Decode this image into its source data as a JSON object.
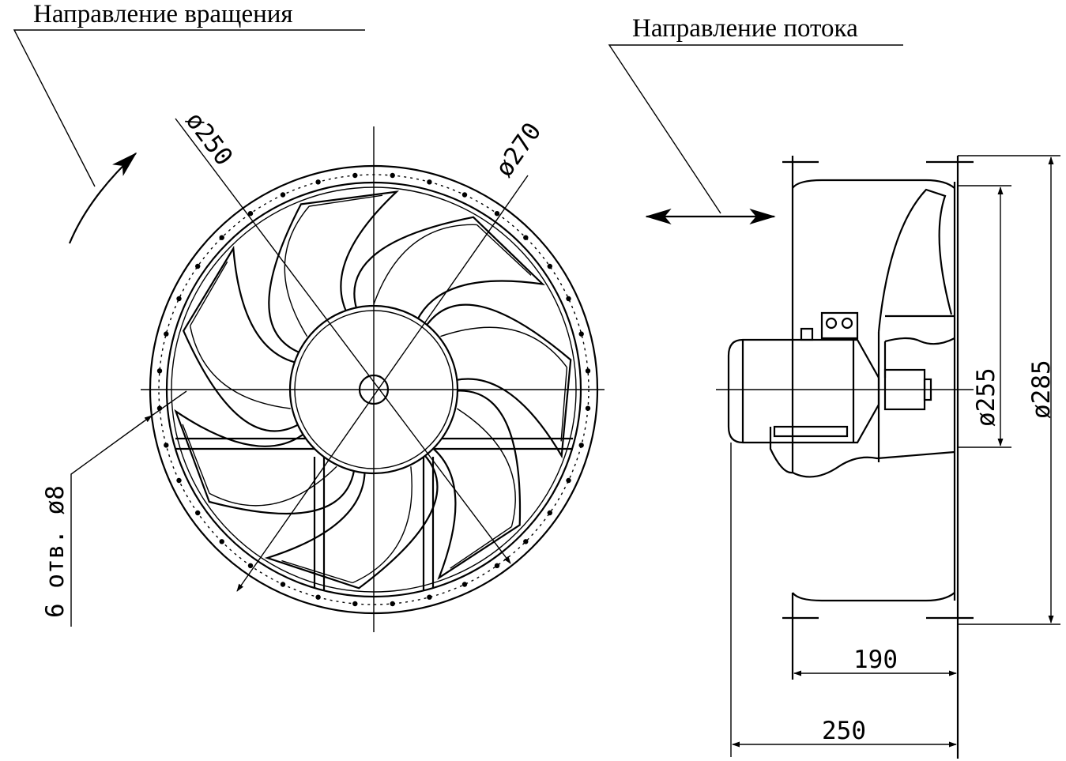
{
  "labels": {
    "rotation_direction": "Направление вращения",
    "flow_direction": "Направление потока",
    "holes": "6 отв. ø8",
    "dia_250": "ø250",
    "dia_270": "ø270",
    "dia_255": "ø255",
    "dia_285": "ø285",
    "len_190": "190",
    "len_250": "250"
  },
  "fan": {
    "blade_count": 7,
    "flange_hole_count": 6
  }
}
